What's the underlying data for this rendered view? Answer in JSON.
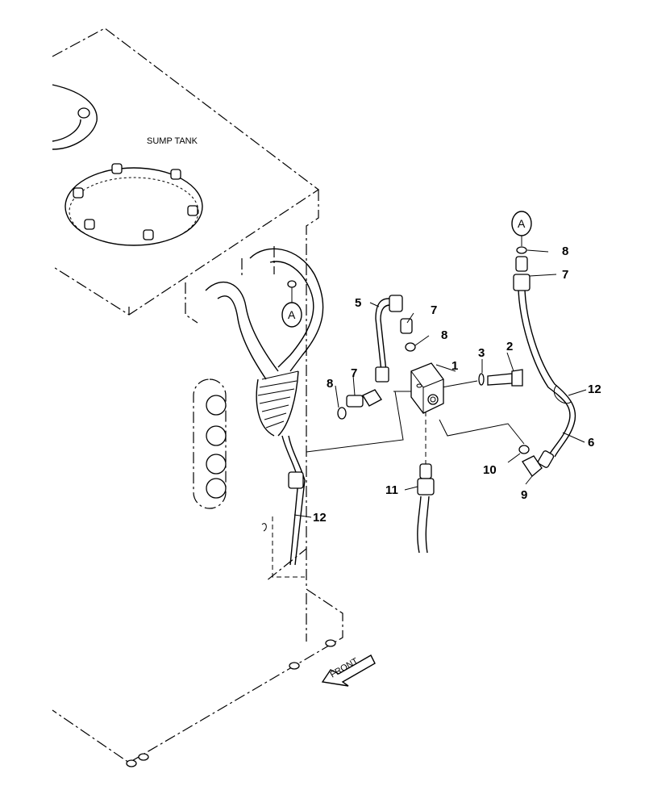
{
  "diagram": {
    "tank_label": "SUMP TANK",
    "front_label": "FRONT",
    "ref_a": "A",
    "callouts": [
      {
        "id": "c1",
        "text": "1"
      },
      {
        "id": "c2",
        "text": "2"
      },
      {
        "id": "c3",
        "text": "3"
      },
      {
        "id": "c5",
        "text": "5"
      },
      {
        "id": "c6",
        "text": "6"
      },
      {
        "id": "c7a",
        "text": "7"
      },
      {
        "id": "c7b",
        "text": "7"
      },
      {
        "id": "c7c",
        "text": "7"
      },
      {
        "id": "c8a",
        "text": "8"
      },
      {
        "id": "c8b",
        "text": "8"
      },
      {
        "id": "c8c",
        "text": "8"
      },
      {
        "id": "c9",
        "text": "9"
      },
      {
        "id": "c10",
        "text": "10"
      },
      {
        "id": "c11",
        "text": "11"
      },
      {
        "id": "c12a",
        "text": "12"
      },
      {
        "id": "c12b",
        "text": "12"
      }
    ]
  }
}
